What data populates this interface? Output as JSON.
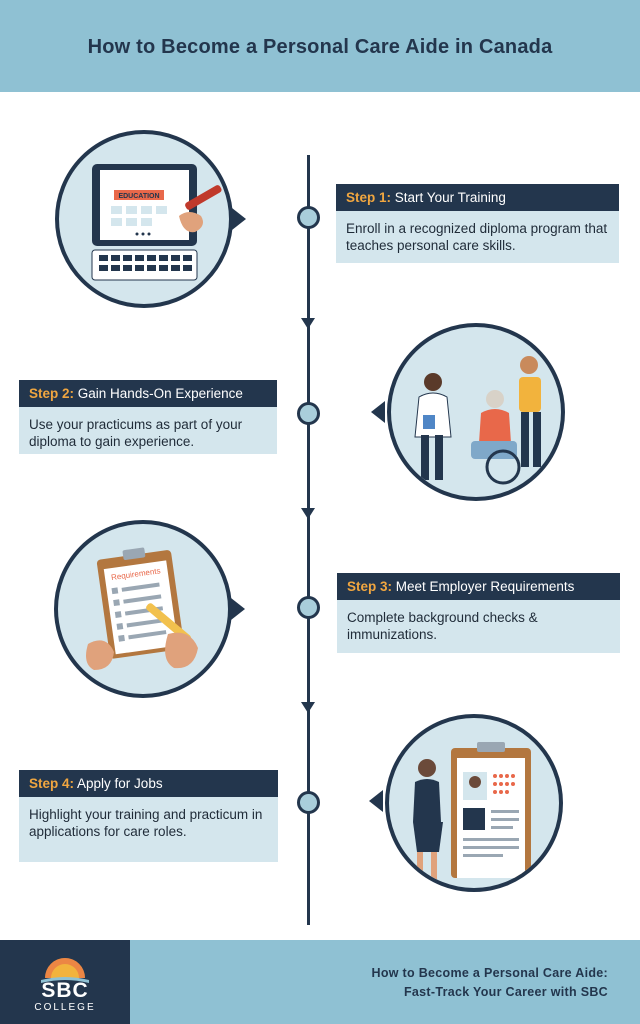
{
  "header": {
    "title": "How to Become a Personal Care Aide in Canada"
  },
  "steps": [
    {
      "num": "Step 1:",
      "title": "Start Your Training",
      "body": "Enroll in a recognized diploma program that teaches personal care skills."
    },
    {
      "num": "Step 2:",
      "title": "Gain Hands-On Experience",
      "body": "Use your practicums as part of your diploma to gain experience."
    },
    {
      "num": "Step 3:",
      "title": "Meet Employer Requirements",
      "body": "Complete background checks & immunizations."
    },
    {
      "num": "Step 4:",
      "title": "Apply for Jobs",
      "body": "Highlight your training and practicum in applications for care roles."
    }
  ],
  "illustrations": {
    "step1_screen_label": "EDUCATION",
    "step3_clipboard_label": "Requirements"
  },
  "footer": {
    "logo": "SBC",
    "logo_sub": "COLLEGE",
    "line1": "How to Become a Personal Care Aide:",
    "line2": "Fast-Track Your Career with SBC"
  },
  "colors": {
    "navy": "#23364d",
    "light_blue": "#8fc1d3",
    "pale_blue": "#d4e6ed",
    "accent_orange": "#f0a640"
  }
}
